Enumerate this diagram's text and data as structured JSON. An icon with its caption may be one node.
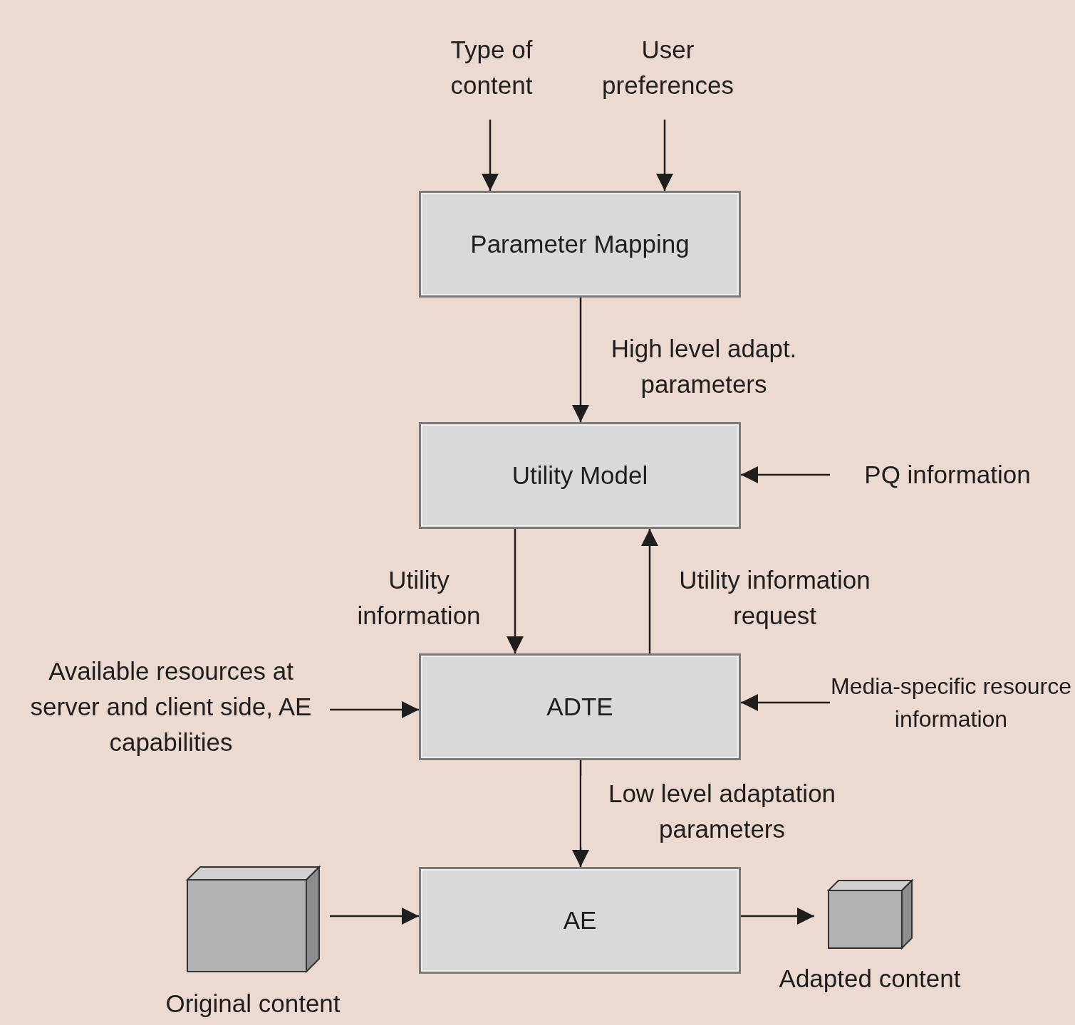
{
  "diagram": {
    "nodes": [
      {
        "text": [
          "Type of content"
        ]
      },
      {
        "text": [
          "User preferences"
        ]
      },
      {
        "text": [
          "Parameter Mapping"
        ]
      },
      {
        "text": [
          "Utility Model"
        ]
      },
      {
        "text": [
          "PQ information"
        ]
      },
      {
        "text": [
          "ADTE"
        ]
      },
      {
        "text": [
          "Available resources at server and client side, AE capabilities"
        ]
      },
      {
        "text": [
          "Media-specific resource information"
        ]
      },
      {
        "text": [
          "AE"
        ]
      },
      {
        "text": [],
        "shape": "box",
        "beside": [
          "Original content"
        ]
      },
      {
        "text": [],
        "shape": "box",
        "beside": [
          "Adapted content"
        ]
      }
    ],
    "edges": [
      {
        "from": 0,
        "to": 2,
        "arrow": "to"
      },
      {
        "from": 1,
        "to": 2,
        "arrow": "to"
      },
      {
        "from": 2,
        "to": 3,
        "arrow": "to",
        "label": "High level adapt. parameters"
      },
      {
        "from": 4,
        "to": 3,
        "arrow": "to"
      },
      {
        "from": 3,
        "to": 5,
        "arrow": "to",
        "label": "Utility information"
      },
      {
        "from": 5,
        "to": 3,
        "arrow": "to",
        "label": "Utility information request"
      },
      {
        "from": 6,
        "to": 5,
        "arrow": "to"
      },
      {
        "from": 7,
        "to": 5,
        "arrow": "to"
      },
      {
        "from": 5,
        "to": 8,
        "arrow": "to",
        "label": "Low level adaptation parameters"
      },
      {
        "from": 9,
        "to": 8,
        "arrow": "to"
      },
      {
        "from": 8,
        "to": 10,
        "arrow": "to"
      }
    ]
  }
}
